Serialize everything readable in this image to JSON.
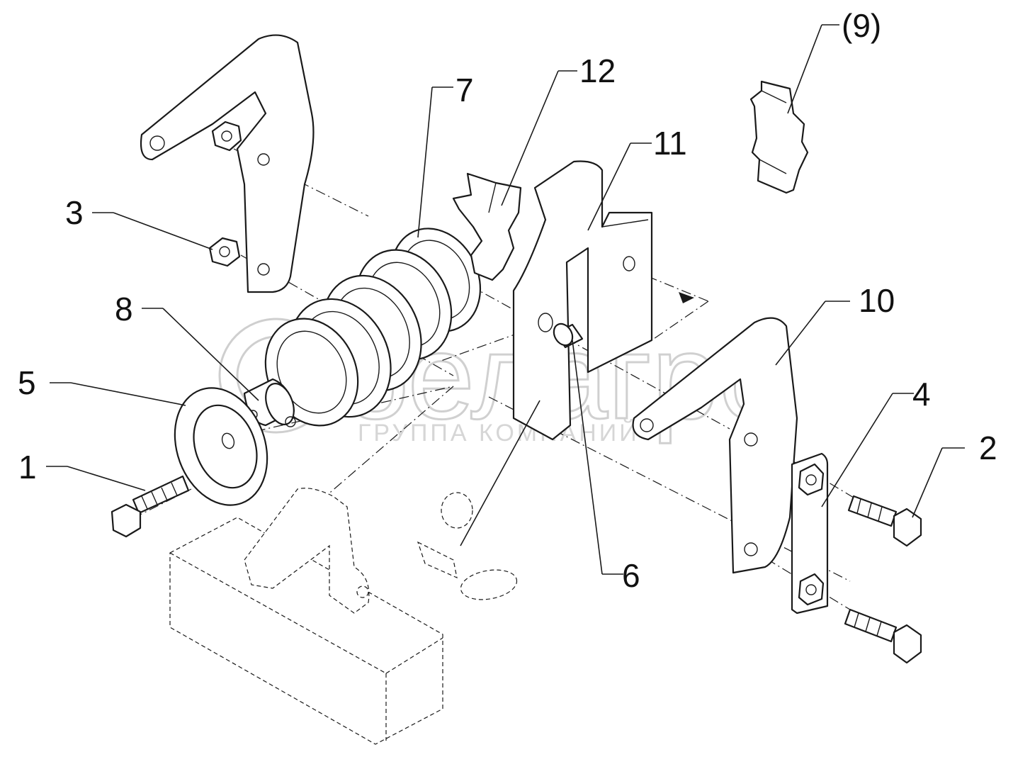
{
  "watermark": {
    "brand": "белагро",
    "subtitle": "ГРУППА КОМПАНИЙ"
  },
  "callouts": [
    {
      "id": "1",
      "text": "1"
    },
    {
      "id": "2",
      "text": "2"
    },
    {
      "id": "3",
      "text": "3"
    },
    {
      "id": "4",
      "text": "4"
    },
    {
      "id": "5",
      "text": "5"
    },
    {
      "id": "6",
      "text": "6"
    },
    {
      "id": "7",
      "text": "7"
    },
    {
      "id": "8",
      "text": "8"
    },
    {
      "id": "9",
      "text": "(9)"
    },
    {
      "id": "10",
      "text": "10"
    },
    {
      "id": "11",
      "text": "11"
    },
    {
      "id": "12",
      "text": "12"
    }
  ]
}
